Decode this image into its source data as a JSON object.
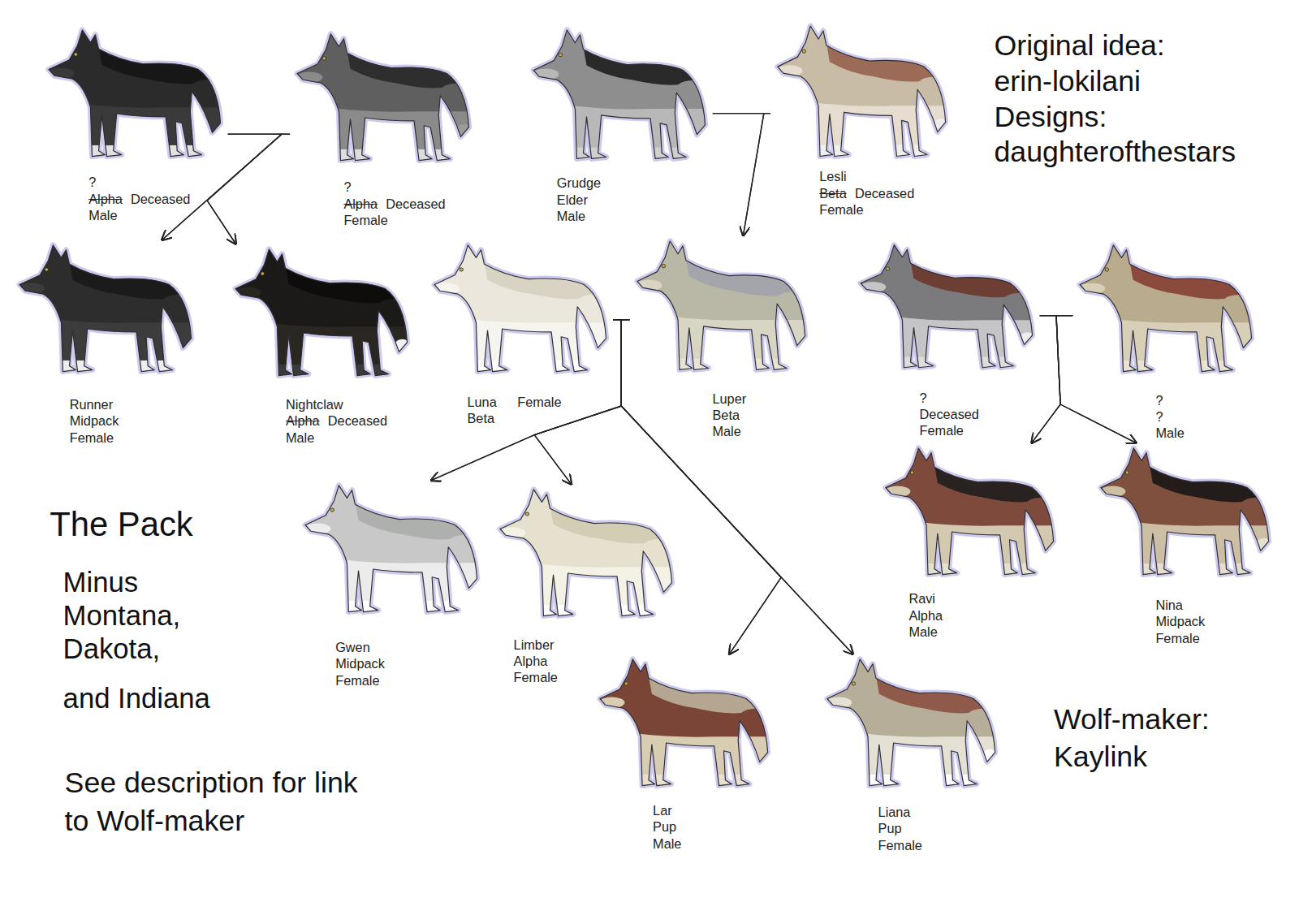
{
  "diagram": {
    "title": "The Pack",
    "nodes": [
      {
        "text": [
          "?",
          "Alpha",
          "Deceased",
          "Male"
        ]
      },
      {
        "text": [
          "?",
          "Alpha",
          "Deceased",
          "Female"
        ]
      },
      {
        "text": [
          "Grudge",
          "Elder",
          "Male"
        ]
      },
      {
        "text": [
          "Lesli",
          "Beta",
          "Deceased",
          "Female"
        ]
      },
      {
        "text": [
          "Runner",
          "Midpack",
          "Female"
        ]
      },
      {
        "text": [
          "Nightclaw",
          "Alpha",
          "Deceased",
          "Male"
        ]
      },
      {
        "text": [
          "Luna",
          "Female",
          "Beta"
        ]
      },
      {
        "text": [
          "Luper",
          "Beta",
          "Male"
        ]
      },
      {
        "text": [
          "?",
          "Deceased",
          "Female"
        ]
      },
      {
        "text": [
          "?",
          "?",
          "Male"
        ]
      },
      {
        "text": [
          "Gwen",
          "Midpack",
          "Female"
        ]
      },
      {
        "text": [
          "Limber",
          "Alpha",
          "Female"
        ]
      },
      {
        "text": [
          "Ravi",
          "Alpha",
          "Male"
        ]
      },
      {
        "text": [
          "Nina",
          "Midpack",
          "Female"
        ]
      },
      {
        "text": [
          "Lar",
          "Pup",
          "Male"
        ]
      },
      {
        "text": [
          "Liana",
          "Pup",
          "Female"
        ]
      }
    ],
    "edges": [
      {
        "from": 0,
        "to": 4,
        "arrow": "to"
      },
      {
        "from": 1,
        "to": 4,
        "arrow": "to"
      },
      {
        "from": 0,
        "to": 5,
        "arrow": "to"
      },
      {
        "from": 1,
        "to": 5,
        "arrow": "to"
      },
      {
        "from": 2,
        "to": 7,
        "arrow": "to"
      },
      {
        "from": 3,
        "to": 7,
        "arrow": "to"
      },
      {
        "from": 6,
        "to": 10,
        "arrow": "to"
      },
      {
        "from": 7,
        "to": 10,
        "arrow": "to"
      },
      {
        "from": 6,
        "to": 11,
        "arrow": "to"
      },
      {
        "from": 7,
        "to": 11,
        "arrow": "to"
      },
      {
        "from": 6,
        "to": 14,
        "arrow": "to"
      },
      {
        "from": 7,
        "to": 14,
        "arrow": "to"
      },
      {
        "from": 6,
        "to": 15,
        "arrow": "to"
      },
      {
        "from": 7,
        "to": 15,
        "arrow": "to"
      },
      {
        "from": 8,
        "to": 12,
        "arrow": "to"
      },
      {
        "from": 9,
        "to": 12,
        "arrow": "to"
      },
      {
        "from": 8,
        "to": 13,
        "arrow": "to"
      },
      {
        "from": 9,
        "to": 13,
        "arrow": "to"
      }
    ],
    "labels": [
      "Original idea:",
      "erin-lokilani",
      "Designs:",
      "daughterofthestars",
      "Minus",
      "Montana,",
      "Dakota,",
      "and Indiana",
      "See description for link",
      "to Wolf-maker",
      "Wolf-maker:",
      "Kaylink"
    ]
  }
}
